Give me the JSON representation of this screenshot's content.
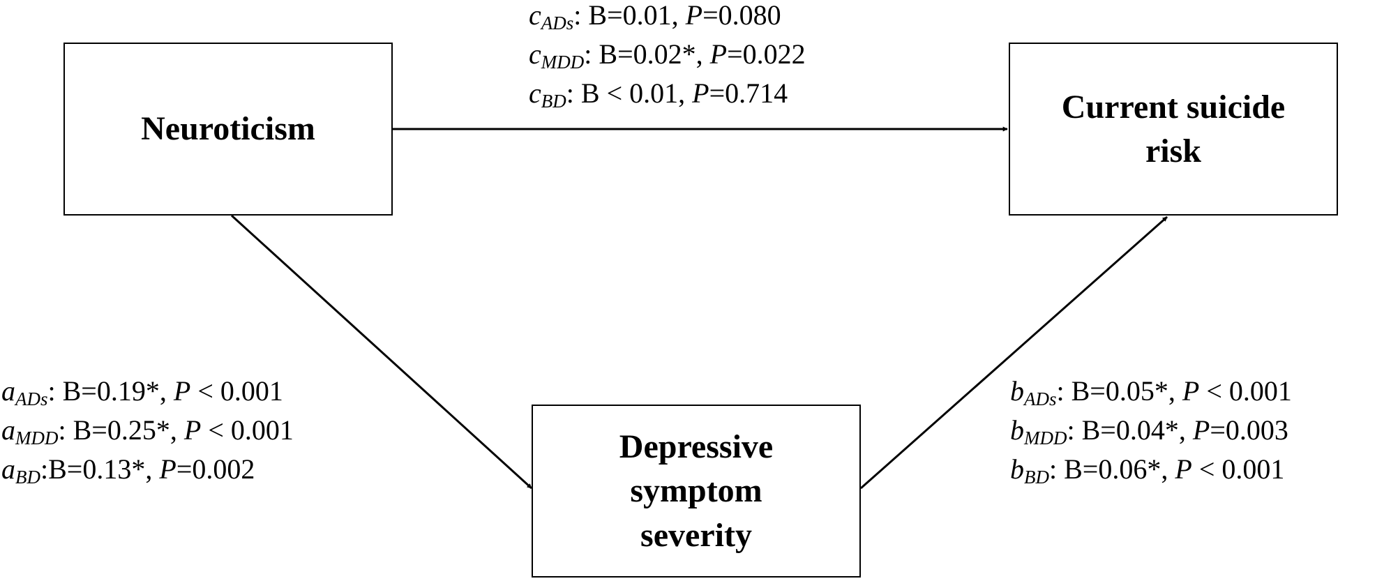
{
  "nodes": {
    "neuroticism": "Neuroticism",
    "suicide_risk": "Current suicide risk",
    "depressive": "Depressive symptom severity"
  },
  "paths": {
    "c": [
      {
        "symbol": "c",
        "group": "ADs",
        "sep": ": ",
        "estimate": "B=0.01",
        "p_value": "=0.080"
      },
      {
        "symbol": "c",
        "group": "MDD",
        "sep": ": ",
        "estimate": "B=0.02*",
        "p_value": "=0.022"
      },
      {
        "symbol": "c",
        "group": "BD",
        "sep": ": ",
        "estimate": "B < 0.01",
        "p_value": "=0.714"
      }
    ],
    "a": [
      {
        "symbol": "a",
        "group": "ADs",
        "sep": ": ",
        "estimate": "B=0.19*",
        "p_value": " < 0.001"
      },
      {
        "symbol": "a",
        "group": "MDD",
        "sep": ": ",
        "estimate": "B=0.25*",
        "p_value": " < 0.001"
      },
      {
        "symbol": "a",
        "group": "BD",
        "sep": ":",
        "estimate": "B=0.13*",
        "p_value": "=0.002"
      }
    ],
    "b": [
      {
        "symbol": "b",
        "group": "ADs",
        "sep": ": ",
        "estimate": "B=0.05*",
        "p_value": " < 0.001"
      },
      {
        "symbol": "b",
        "group": "MDD",
        "sep": ": ",
        "estimate": "B=0.04*",
        "p_value": "=0.003"
      },
      {
        "symbol": "b",
        "group": "BD",
        "sep": ": ",
        "estimate": "B=0.06*",
        "p_value": " < 0.001"
      }
    ],
    "p_symbol": "P"
  },
  "colors": {
    "stroke": "#000000",
    "background": "#ffffff"
  }
}
